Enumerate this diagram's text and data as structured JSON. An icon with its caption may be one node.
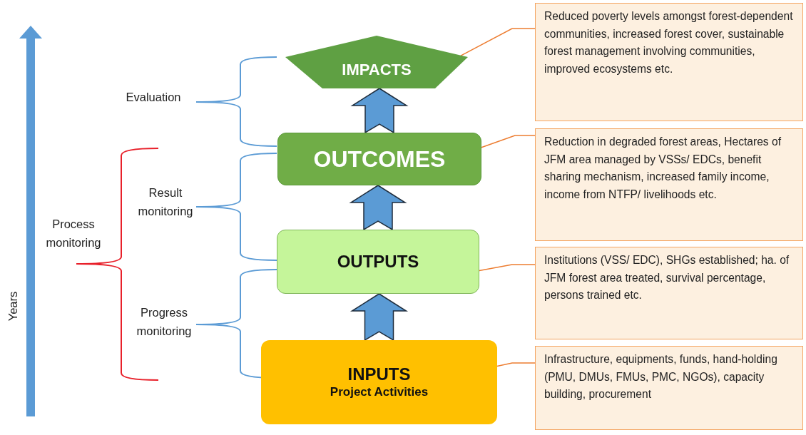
{
  "diagram": {
    "nodes": [
      {
        "text": [
          "IMPACTS"
        ]
      },
      {
        "text": [
          "OUTCOMES"
        ]
      },
      {
        "text": [
          "OUTPUTS"
        ]
      },
      {
        "text": [
          "INPUTS",
          "Project Activities"
        ]
      },
      {
        "text": [
          "Reduced poverty levels amongst forest-dependent communities, increased forest cover, sustainable forest management involving communities, improved ecosystems etc."
        ]
      },
      {
        "text": [
          "Reduction in degraded forest areas, Hectares of JFM area managed by VSSs/ EDCs, benefit  sharing mechanism, increased family income, income from NTFP/ livelihoods  etc."
        ]
      },
      {
        "text": [
          "Institutions (VSS/ EDC), SHGs established;  ha. of JFM forest area treated, survival percentage, persons trained etc."
        ]
      },
      {
        "text": [
          "Infrastructure, equipments, funds, hand-holding (PMU, DMUs, FMUs, PMC, NGOs), capacity building, procurement"
        ]
      },
      {
        "text": [
          "Evaluation"
        ]
      },
      {
        "text": [
          "Result monitoring"
        ]
      },
      {
        "text": [
          "Progress monitoring"
        ]
      },
      {
        "text": [
          "Process monitoring"
        ]
      }
    ],
    "edges": [
      {
        "from": 1,
        "to": 0,
        "arrow": "to",
        "style": "thick"
      },
      {
        "from": 2,
        "to": 1,
        "arrow": "to",
        "style": "thick"
      },
      {
        "from": 3,
        "to": 2,
        "arrow": "to",
        "style": "thick"
      },
      {
        "from": 4,
        "to": 0,
        "arrow": "none",
        "color": "#ed7d31"
      },
      {
        "from": 5,
        "to": 1,
        "arrow": "none",
        "color": "#ed7d31"
      },
      {
        "from": 6,
        "to": 2,
        "arrow": "none",
        "color": "#ed7d31"
      },
      {
        "from": 7,
        "to": 3,
        "arrow": "none",
        "color": "#ed7d31"
      }
    ],
    "labels": [
      "Years"
    ]
  }
}
